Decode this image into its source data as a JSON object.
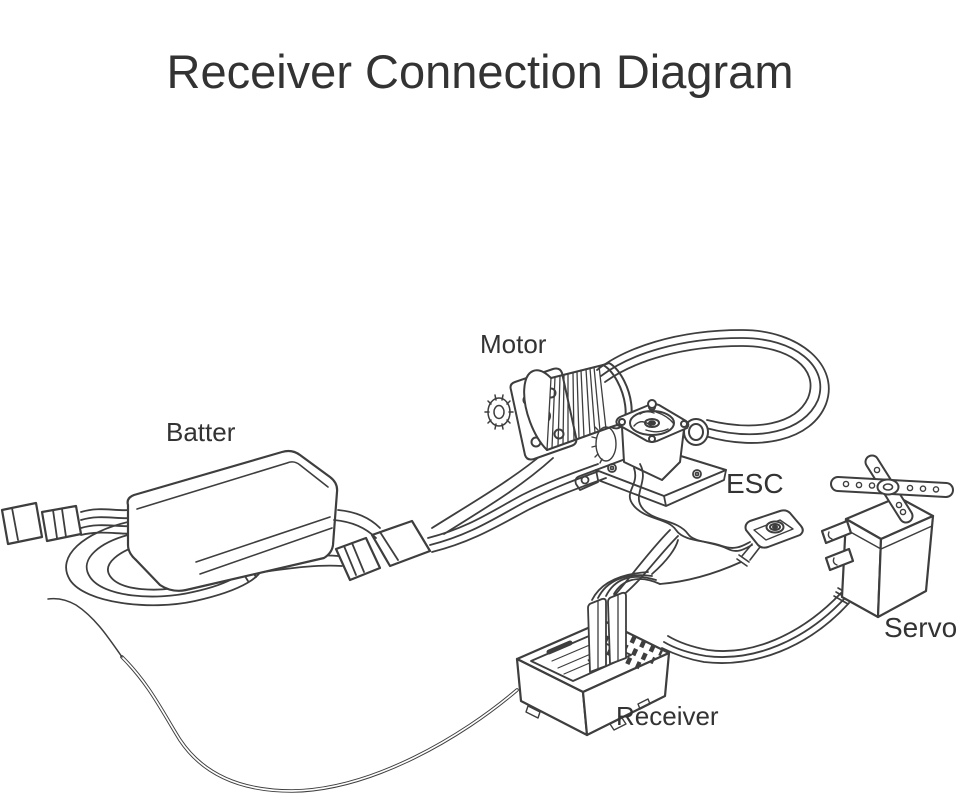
{
  "title": "Receiver Connection Diagram",
  "labels": {
    "battery": "Batter",
    "motor": "Motor",
    "esc": "ESC",
    "servo": "Servo",
    "receiver": "Receiver"
  },
  "colors": {
    "background": "#ffffff",
    "line": "#3e3e3e",
    "text": "#333333"
  }
}
